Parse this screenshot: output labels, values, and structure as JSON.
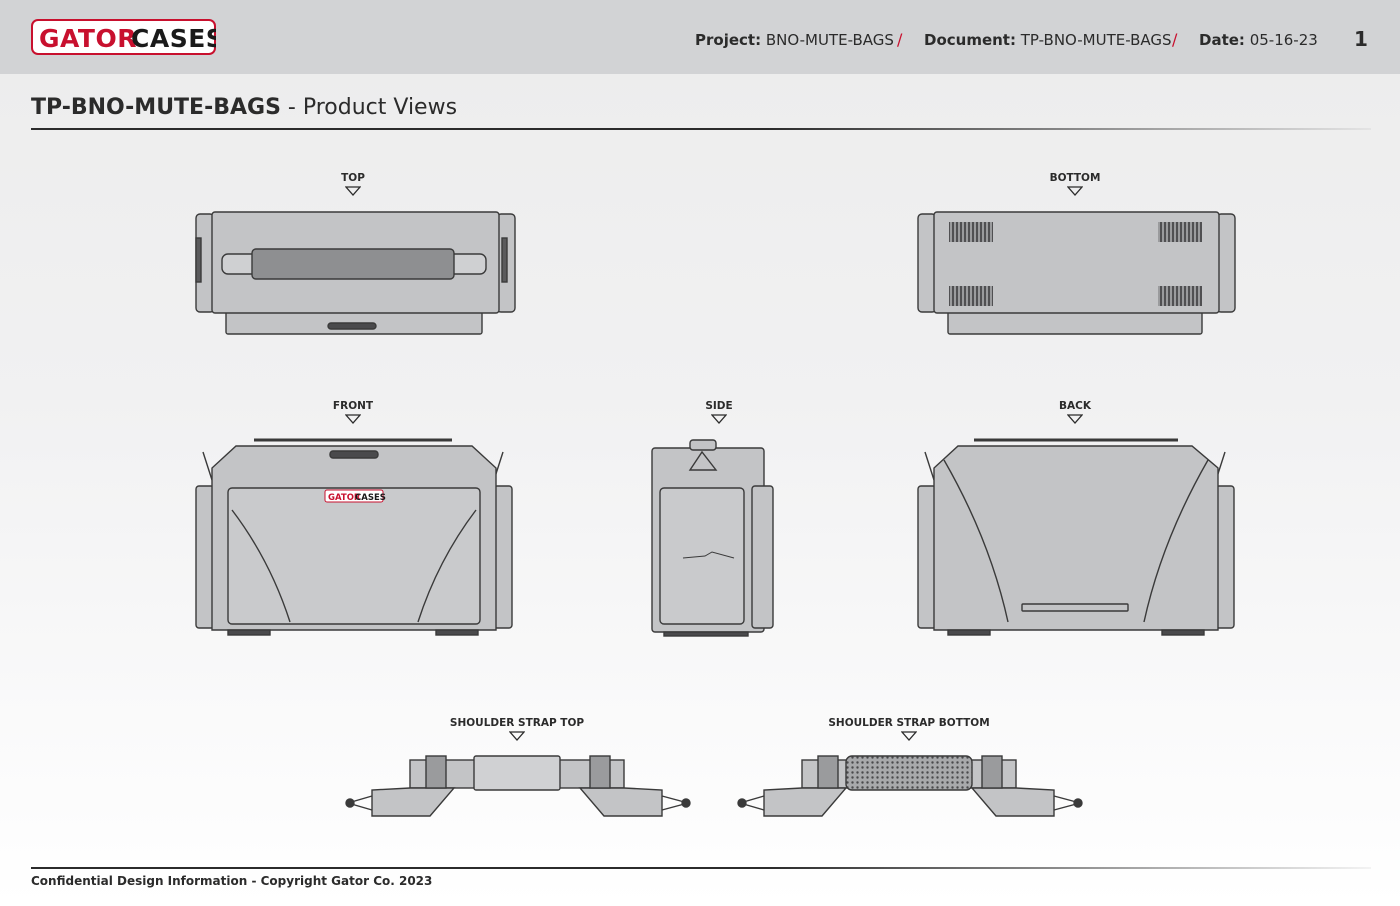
{
  "header": {
    "logo": {
      "part1": "GATOR",
      "part2": "CASES"
    },
    "project_label": "Project:",
    "project_value": "BNO-MUTE-BAGS",
    "document_label": "Document:",
    "document_value": "TP-BNO-MUTE-BAGS",
    "date_label": "Date:",
    "date_value": "05-16-23",
    "separator": "/",
    "page_number": "1"
  },
  "title": {
    "code": "TP-BNO-MUTE-BAGS",
    "suffix": " - Product Views"
  },
  "views": {
    "top": "TOP",
    "bottom": "BOTTOM",
    "front": "FRONT",
    "side": "SIDE",
    "back": "BACK",
    "strap_top": "SHOULDER STRAP TOP",
    "strap_bottom": "SHOULDER STRAP BOTTOM"
  },
  "front_logo": {
    "part1": "GATOR",
    "part2": "CASES"
  },
  "footer": {
    "text": "Confidential Design Information - Copyright Gator Co. 2023"
  },
  "colors": {
    "brand_red": "#c8102e",
    "header_bg": "#d2d3d5",
    "product_gray": "#c3c4c6",
    "outline": "#3a3a3a"
  }
}
